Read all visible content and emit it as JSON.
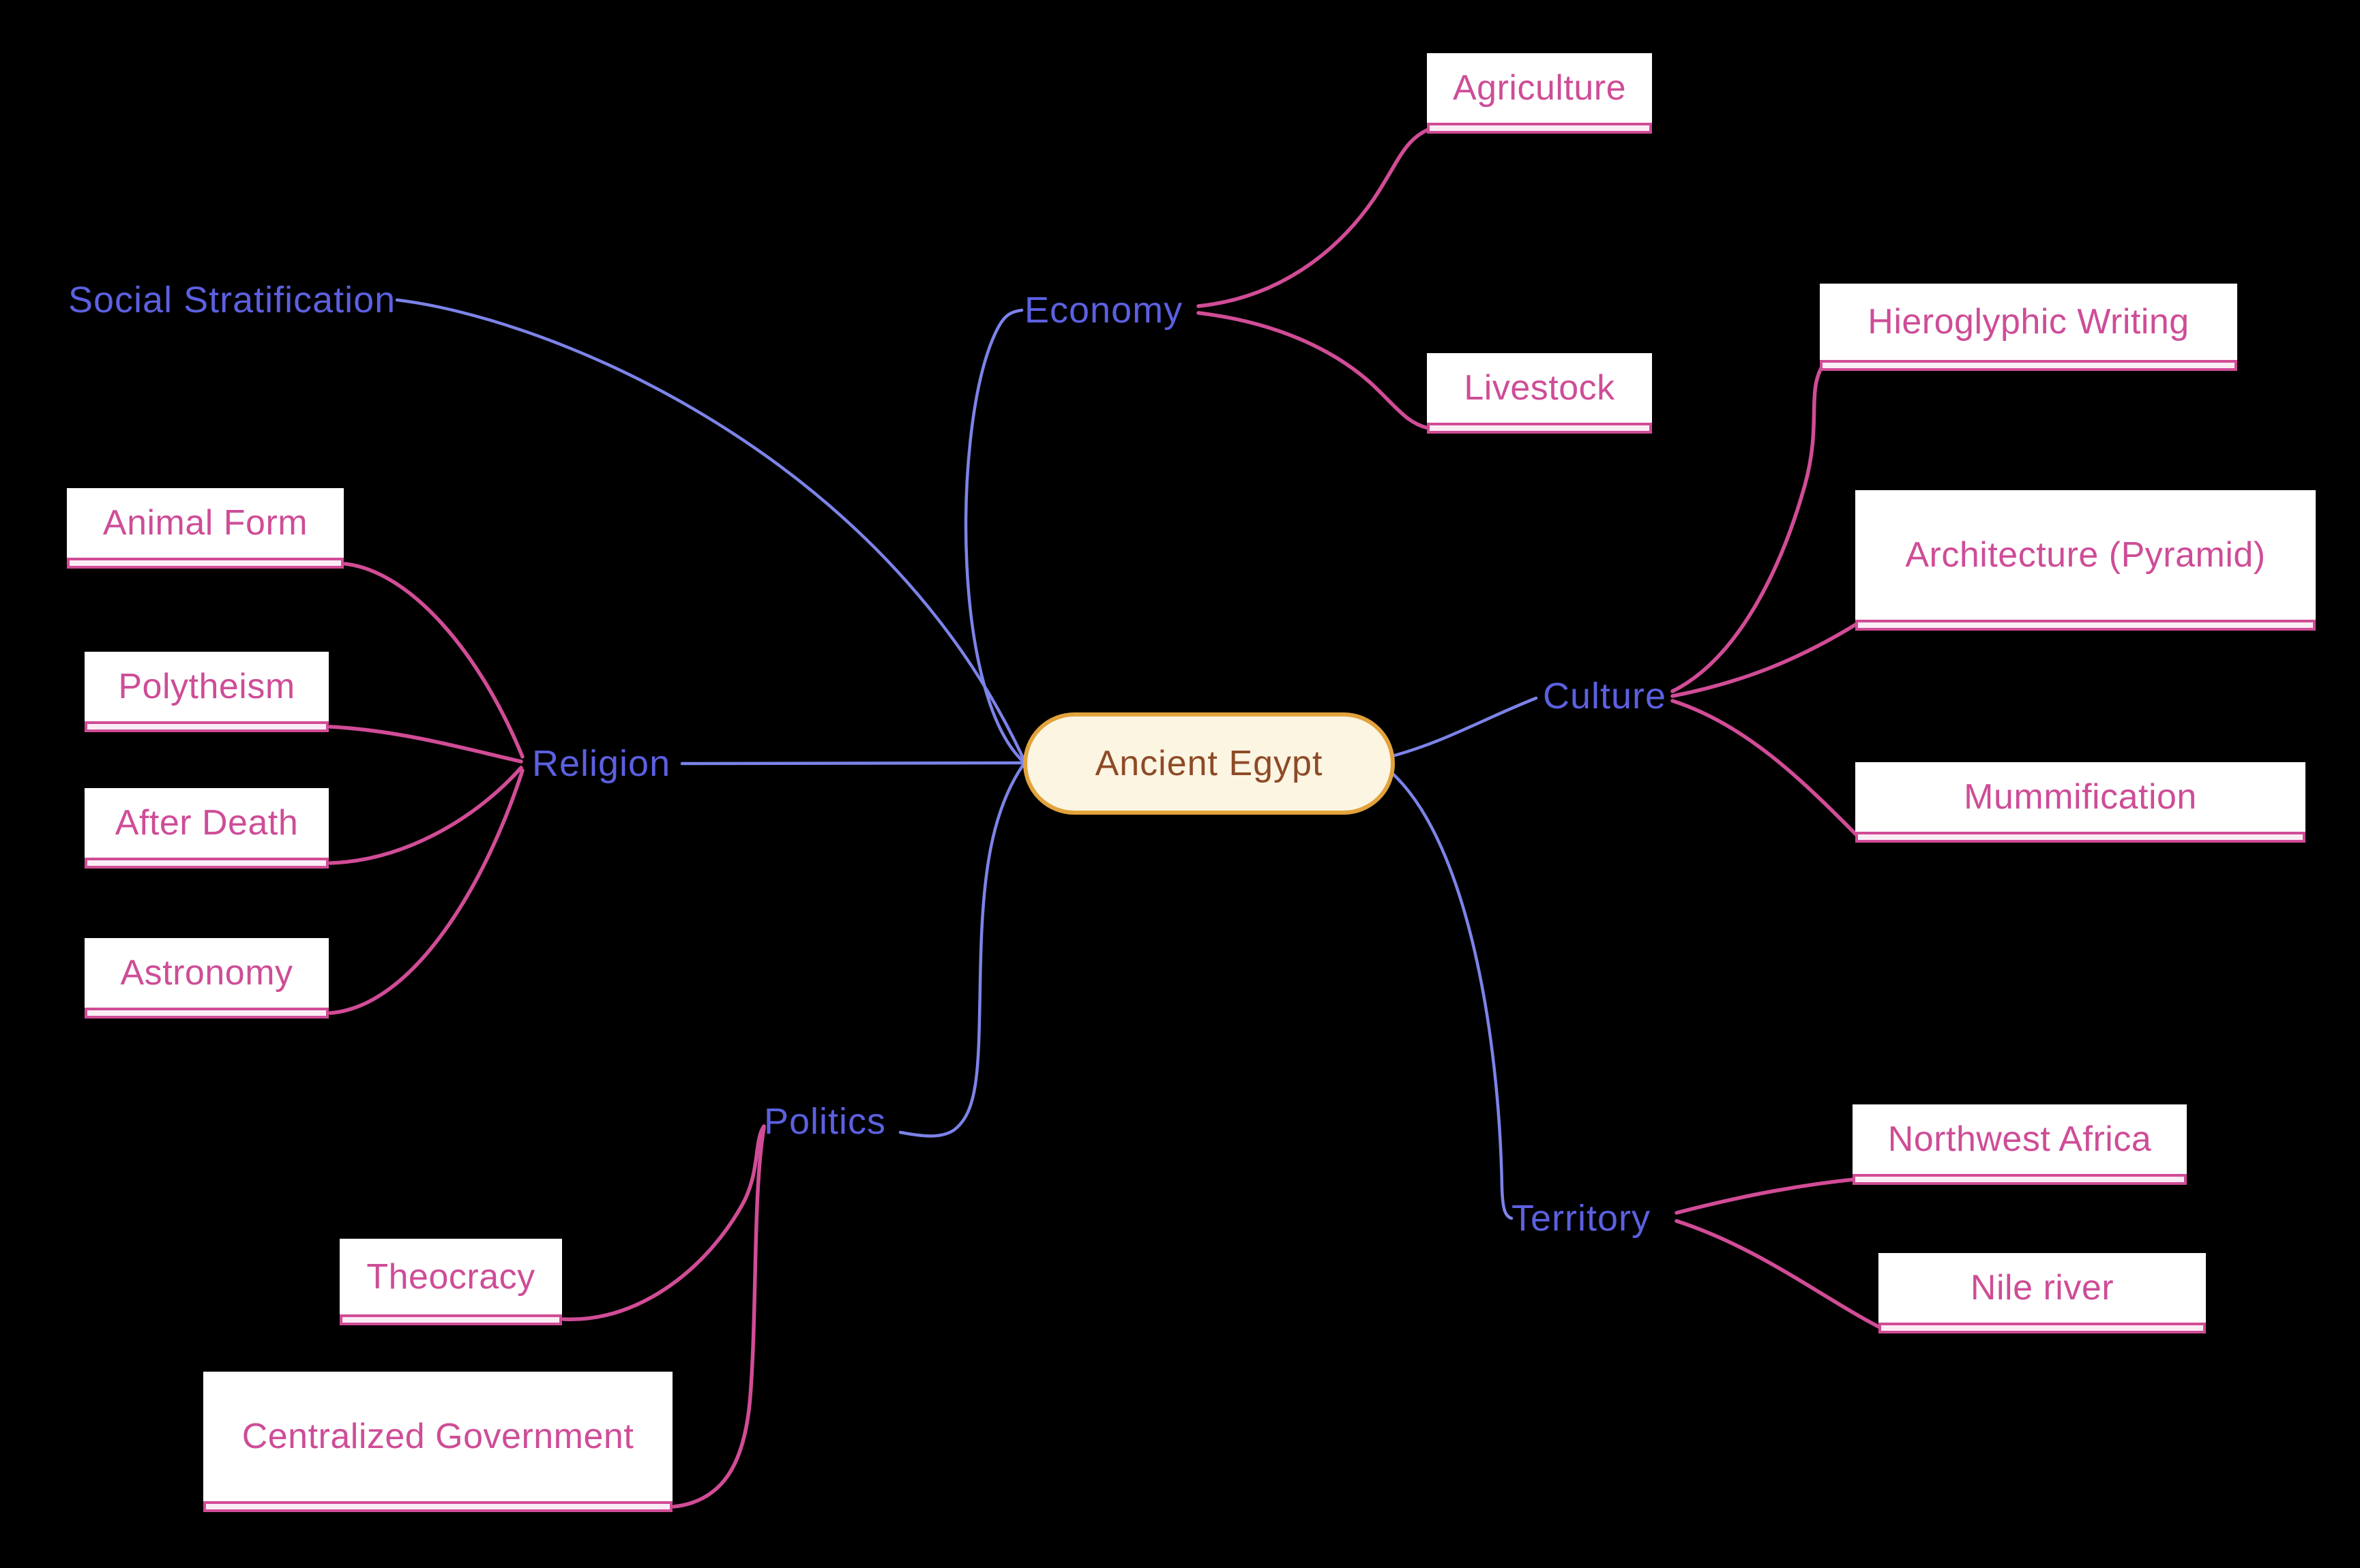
{
  "diagram": {
    "type": "mindmap",
    "root": {
      "label": "Ancient Egypt"
    },
    "branches": [
      {
        "label": "Economy",
        "children": [
          {
            "label": "Agriculture"
          },
          {
            "label": "Livestock"
          }
        ]
      },
      {
        "label": "Culture",
        "children": [
          {
            "label": "Hieroglyphic Writing"
          },
          {
            "label": "Architecture (Pyramid)"
          },
          {
            "label": "Mummification"
          }
        ]
      },
      {
        "label": "Territory",
        "children": [
          {
            "label": "Northwest Africa"
          },
          {
            "label": "Nile river"
          }
        ]
      },
      {
        "label": "Politics",
        "children": [
          {
            "label": "Theocracy"
          },
          {
            "label": "Centralized Government"
          }
        ]
      },
      {
        "label": "Religion",
        "children": [
          {
            "label": "Animal Form"
          },
          {
            "label": "Polytheism"
          },
          {
            "label": "After Death"
          },
          {
            "label": "Astronomy"
          }
        ]
      },
      {
        "label": "Social Stratification",
        "children": []
      }
    ],
    "colors": {
      "background": "#000000",
      "branch_text": "#5C60E0",
      "branch_edge": "#7C83E8",
      "leaf_text": "#CE4D97",
      "leaf_edge": "#D14C96",
      "leaf_box_background": "#FFFFFF",
      "leaf_underline_fill": "#FBEDF5",
      "root_fill": "#FBF5E2",
      "root_border": "#E2A33C",
      "root_text": "#8E4A27"
    }
  }
}
